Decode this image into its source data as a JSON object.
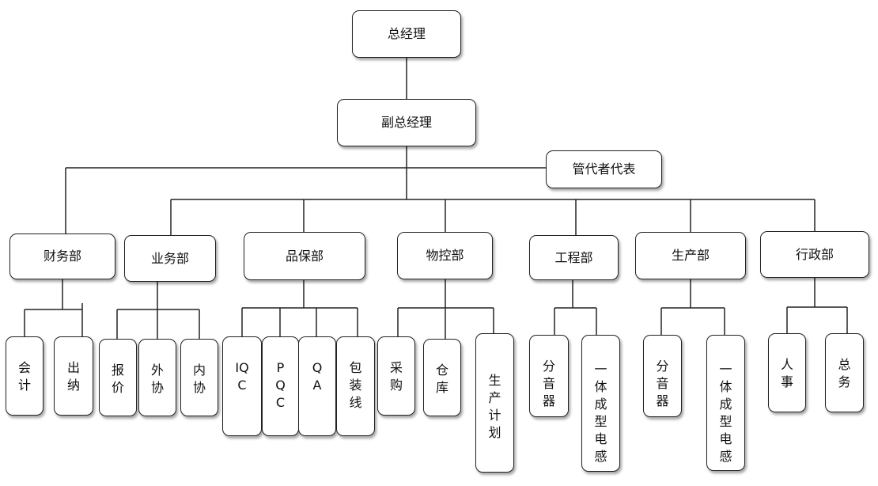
{
  "nodes": {
    "gm": "总经理",
    "vgm": "副总经理",
    "mgmt_rep": "管代者代表",
    "finance": "财务部",
    "business": "业务部",
    "qa_dept": "品保部",
    "material": "物控部",
    "engineering": "工程部",
    "production": "生产部",
    "admin": "行政部",
    "accounting": "会计",
    "cashier": "出纳",
    "quotation": "报价",
    "outsourcing": "外协",
    "internal_coord": "内协",
    "iqc": "IQC",
    "pqc": "PQC",
    "qa": "QA",
    "packing_line": "包装线",
    "purchasing": "采购",
    "warehouse": "仓库",
    "production_plan": "生产计划",
    "splitter_eng": "分音器",
    "molded_inductor_eng": "一体成型电感",
    "splitter_prod": "分音器",
    "molded_inductor_prod": "一体成型电感",
    "personnel": "人事",
    "general_affairs": "总务"
  }
}
